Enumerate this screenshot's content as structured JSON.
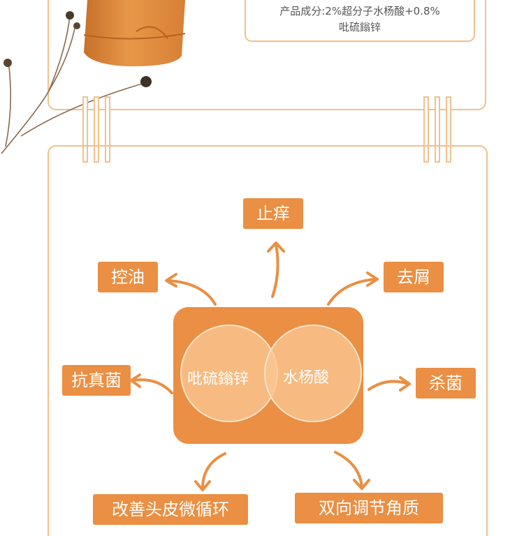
{
  "product": {
    "ingredients_line1": "产品成分:2%超分子水杨酸+0.8%",
    "ingredients_line2": "吡硫鎓锌"
  },
  "diagram": {
    "center_left": "吡硫鎓锌",
    "center_right": "水杨酸",
    "effects": {
      "top": "止痒",
      "upper_left": "控油",
      "upper_right": "去屑",
      "left": "抗真菌",
      "right": "杀菌",
      "bottom_left": "改善头皮微循环",
      "bottom_right": "双向调节角质"
    }
  },
  "colors": {
    "accent": "#ea8f43",
    "border": "#f2c08c",
    "circle": "#f9c08a"
  }
}
